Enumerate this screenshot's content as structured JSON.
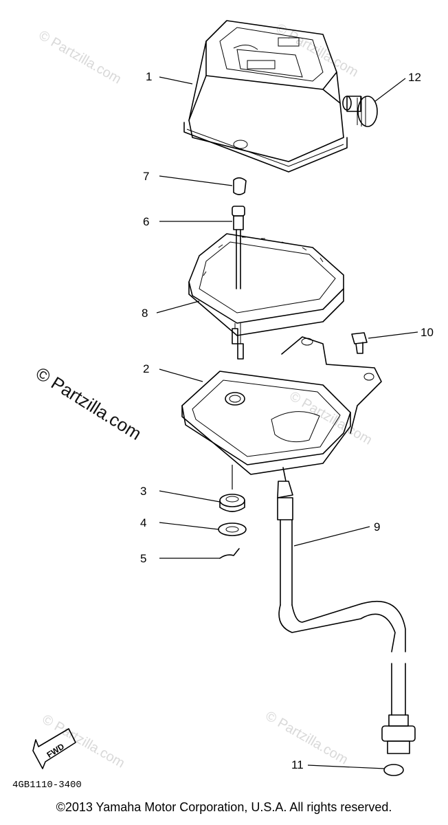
{
  "callouts": [
    "1",
    "2",
    "3",
    "4",
    "5",
    "6",
    "7",
    "8",
    "9",
    "10",
    "11",
    "12"
  ],
  "watermarks": {
    "small": "© Partzilla.com",
    "large": "© Partzilla.com"
  },
  "fwd_label": "FWD",
  "diagram_code": "4GB1110-3400",
  "copyright": "©2013 Yamaha Motor Corporation, U.S.A. All rights reserved."
}
